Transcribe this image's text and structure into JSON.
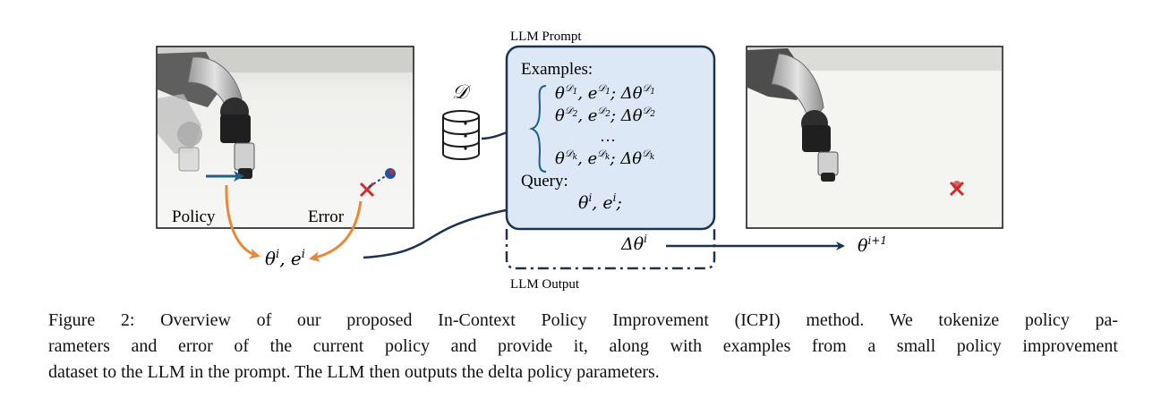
{
  "figure": {
    "dataset_symbol": "𝒟",
    "left_panel": {
      "policy_label": "Policy",
      "error_label": "Error"
    },
    "state_label": "θ",
    "state_label_full": "θⁱ, eⁱ",
    "prompt_box": {
      "title": "LLM Prompt",
      "examples_heading": "Examples:",
      "example_lines": [
        "θ𝒟₁, e𝒟₁; Δθ𝒟₁",
        "θ𝒟₂, e𝒟₂; Δθ𝒟₂",
        "…",
        "θ𝒟ₖ, e𝒟ₖ; Δθ𝒟ₖ"
      ],
      "query_heading": "Query:",
      "query_line": "θⁱ, eⁱ;"
    },
    "output_box": {
      "title": "LLM Output",
      "value": "Δθⁱ"
    },
    "next_params": "θⁱ⁺¹",
    "colors": {
      "prompt_fill": "#dce8f5",
      "prompt_stroke": "#1b3350",
      "blue_arrow": "#1f5f8b",
      "orange_arrow": "#e8893a",
      "error_marker": "#d42a2a"
    }
  },
  "caption": {
    "line1": "Figure 2: Overview of our proposed In-Context Policy Improvement (ICPI) method. We tokenize policy pa-",
    "line2": "rameters and error of the current policy and provide it, along with examples from a small policy improvement",
    "line3": "dataset to the LLM in the prompt. The LLM then outputs the delta policy parameters."
  }
}
